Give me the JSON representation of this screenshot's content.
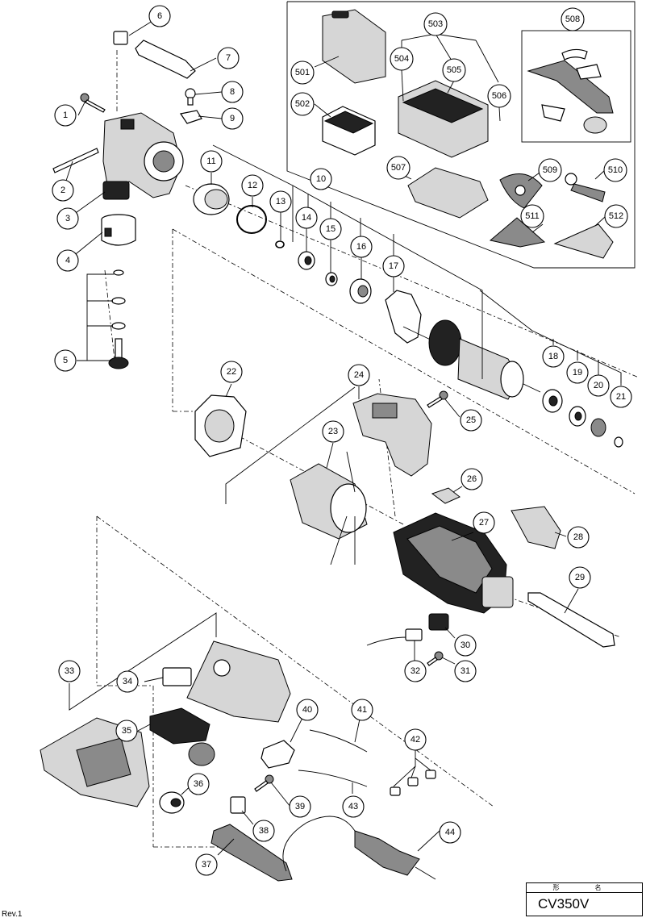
{
  "model_label": "形　名",
  "model_number": "CV350V",
  "revision": "Rev.1",
  "callouts": [
    "1",
    "2",
    "3",
    "4",
    "5",
    "6",
    "7",
    "8",
    "9",
    "10",
    "11",
    "12",
    "13",
    "14",
    "15",
    "16",
    "17",
    "18",
    "19",
    "20",
    "21",
    "22",
    "23",
    "24",
    "25",
    "26",
    "27",
    "28",
    "29",
    "30",
    "31",
    "32",
    "33",
    "34",
    "35",
    "36",
    "37",
    "38",
    "39",
    "40",
    "41",
    "42",
    "43",
    "44",
    "501",
    "502",
    "503",
    "504",
    "505",
    "506",
    "507",
    "508",
    "509",
    "510",
    "511",
    "512"
  ]
}
